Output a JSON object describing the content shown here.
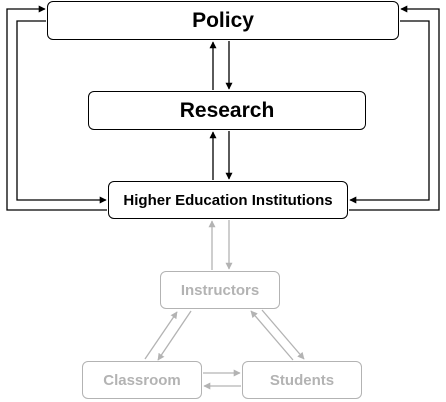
{
  "diagram": {
    "nodes": {
      "policy": "Policy",
      "research": "Research",
      "hei": "Higher Education Institutions",
      "instructors": "Instructors",
      "classroom": "Classroom",
      "students": "Students"
    },
    "edges": [
      {
        "from": "policy",
        "to": "research"
      },
      {
        "from": "research",
        "to": "policy"
      },
      {
        "from": "research",
        "to": "hei"
      },
      {
        "from": "hei",
        "to": "research"
      },
      {
        "from": "policy",
        "to": "hei"
      },
      {
        "from": "hei",
        "to": "policy"
      },
      {
        "from": "hei",
        "to": "instructors"
      },
      {
        "from": "instructors",
        "to": "hei"
      },
      {
        "from": "instructors",
        "to": "classroom"
      },
      {
        "from": "classroom",
        "to": "instructors"
      },
      {
        "from": "instructors",
        "to": "students"
      },
      {
        "from": "students",
        "to": "instructors"
      },
      {
        "from": "classroom",
        "to": "students"
      },
      {
        "from": "students",
        "to": "classroom"
      }
    ],
    "colors": {
      "primary": "#000000",
      "faded": "#b3b3b3"
    }
  }
}
